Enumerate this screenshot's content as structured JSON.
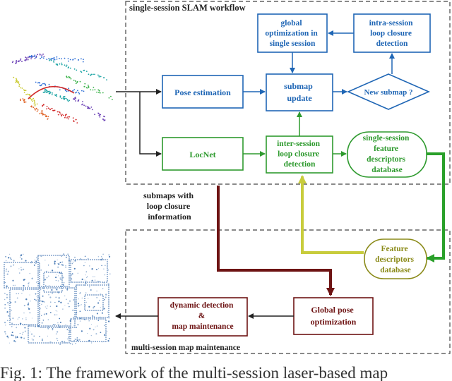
{
  "regions": {
    "single_session": "single-session SLAM workflow",
    "multi_session": "multi-session map maintenance"
  },
  "nodes": {
    "pose_estimation": "Pose estimation",
    "submap_update": [
      "submap",
      "update"
    ],
    "global_opt_single": [
      "global",
      "optimization in",
      "single session"
    ],
    "intra_session": [
      "intra-session",
      "loop closure",
      "detection"
    ],
    "new_submap": "New submap ?",
    "locnet": "LocNet",
    "inter_session": [
      "inter-session",
      "loop closure",
      "detection"
    ],
    "single_db": [
      "single-session",
      "feature",
      "descriptors",
      "database"
    ],
    "feature_db": [
      "Feature",
      "descriptors",
      "database"
    ],
    "global_pose_opt": [
      "Global pose",
      "optimization"
    ],
    "dynamic_detection": [
      "dynamic detection",
      "&",
      "map maintenance"
    ]
  },
  "annotation": [
    "submaps with",
    "loop closure",
    "information"
  ],
  "caption": "Fig. 1: The framework of the multi-session laser-based map",
  "colors": {
    "blue": "#1f66b5",
    "green": "#2e9a2e",
    "olive": "#8b8b1a",
    "maroon": "#6e1414",
    "yellow_line": "#c8cc3c",
    "green_line": "#2aa02a",
    "dashed": "#444444"
  }
}
